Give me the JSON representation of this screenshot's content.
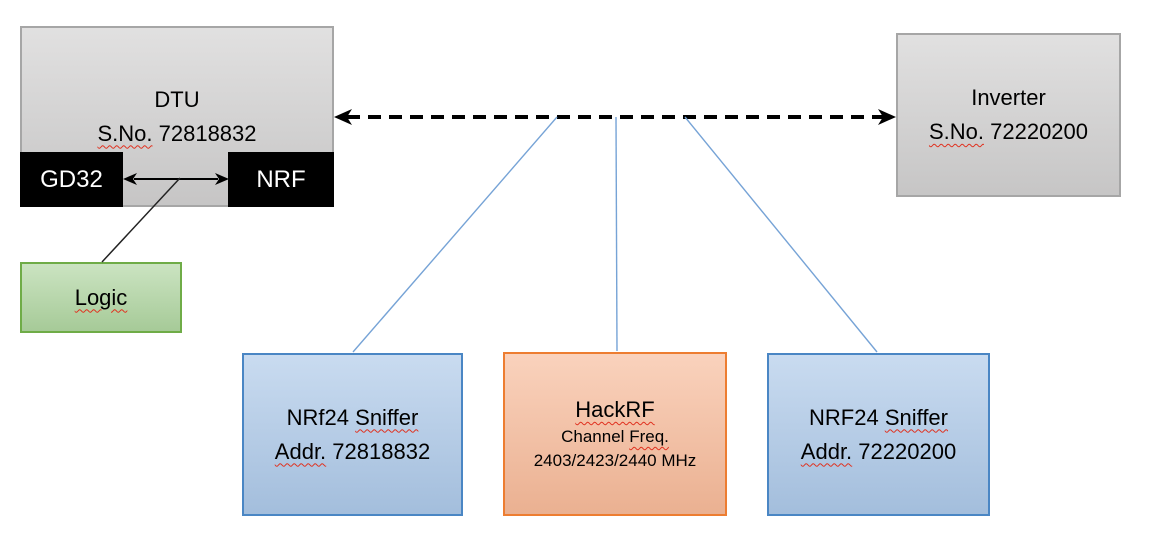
{
  "dtu": {
    "name": "DTU",
    "serial_label": "S.No.",
    "serial_number": "72818832"
  },
  "gd32": {
    "label": "GD32"
  },
  "nrf": {
    "label": "NRF"
  },
  "logic": {
    "label": "Logic"
  },
  "inverter": {
    "name": "Inverter",
    "serial_label": "S.No.",
    "serial_number": "72220200"
  },
  "sniffer_left": {
    "model": "NRf24",
    "role": "Sniffer",
    "addr_label": "Addr.",
    "addr_value": "72818832"
  },
  "hackrf": {
    "name": "HackRF",
    "channel_word": "Channel",
    "freq_word": "Freq.",
    "frequencies": "2403/2423/2440 MHz"
  },
  "sniffer_right": {
    "model": "NRF24",
    "role": "Sniffer",
    "addr_label": "Addr.",
    "addr_value": "72220200"
  },
  "colors": {
    "gray_fill": "#D1D0D0",
    "gray_border": "#A6A6A6",
    "black_fill": "#000000",
    "green_fill": "#AFD5A0",
    "green_border": "#6FAC47",
    "blue_fill": "#ACC8E8",
    "blue_border": "#4A86C4",
    "orange_fill": "#F7BA99",
    "orange_border": "#ED7D31",
    "connector_blue": "#76A3D6",
    "arrow_black": "#000000",
    "squiggle_red": "#E0301E"
  }
}
